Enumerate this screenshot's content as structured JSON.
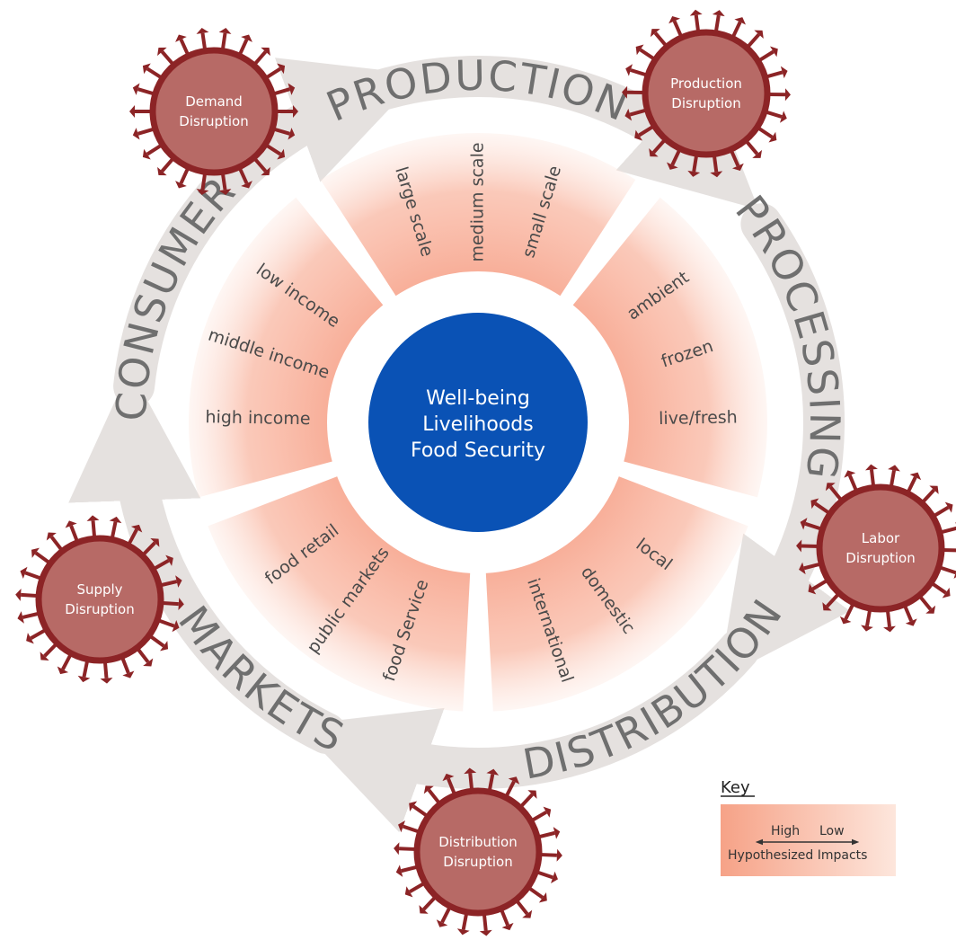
{
  "colors": {
    "hub": "#0a52b5",
    "segment": "#f7a48c",
    "arrow": "#e5e1df",
    "virus_body": "#b76a66",
    "virus_ring": "#8c2426",
    "stage_text": "#6f6f6f"
  },
  "hub": {
    "lines": [
      "Well-being",
      "Livelihoods",
      "Food Security"
    ]
  },
  "stages": [
    {
      "id": "production",
      "label": "PRODUCTION"
    },
    {
      "id": "processing",
      "label": "PROCESSING"
    },
    {
      "id": "distribution",
      "label": "DISTRIBUTION"
    },
    {
      "id": "markets",
      "label": "MARKETS"
    },
    {
      "id": "consumer",
      "label": "CONSUMER"
    }
  ],
  "segments": [
    {
      "stage": "production",
      "items": [
        "large scale",
        "medium scale",
        "small scale"
      ]
    },
    {
      "stage": "processing",
      "items": [
        "ambient",
        "frozen",
        "live/fresh"
      ]
    },
    {
      "stage": "distribution",
      "items": [
        "local",
        "domestic",
        "international"
      ]
    },
    {
      "stage": "markets",
      "items": [
        "food Service",
        "public markets",
        "food retail"
      ]
    },
    {
      "stage": "consumer",
      "items": [
        "high income",
        "middle income",
        "low income"
      ]
    }
  ],
  "disruptions": [
    {
      "id": "demand",
      "lines": [
        "Demand",
        "Disruption"
      ]
    },
    {
      "id": "production",
      "lines": [
        "Production",
        "Disruption"
      ]
    },
    {
      "id": "labor",
      "lines": [
        "Labor",
        "Disruption"
      ]
    },
    {
      "id": "distribution",
      "lines": [
        "Distribution",
        "Disruption"
      ]
    },
    {
      "id": "supply",
      "lines": [
        "Supply",
        "Disruption"
      ]
    }
  ],
  "key": {
    "title": "Key",
    "high": "High",
    "low": "Low",
    "caption": "Hypothesized Impacts"
  }
}
